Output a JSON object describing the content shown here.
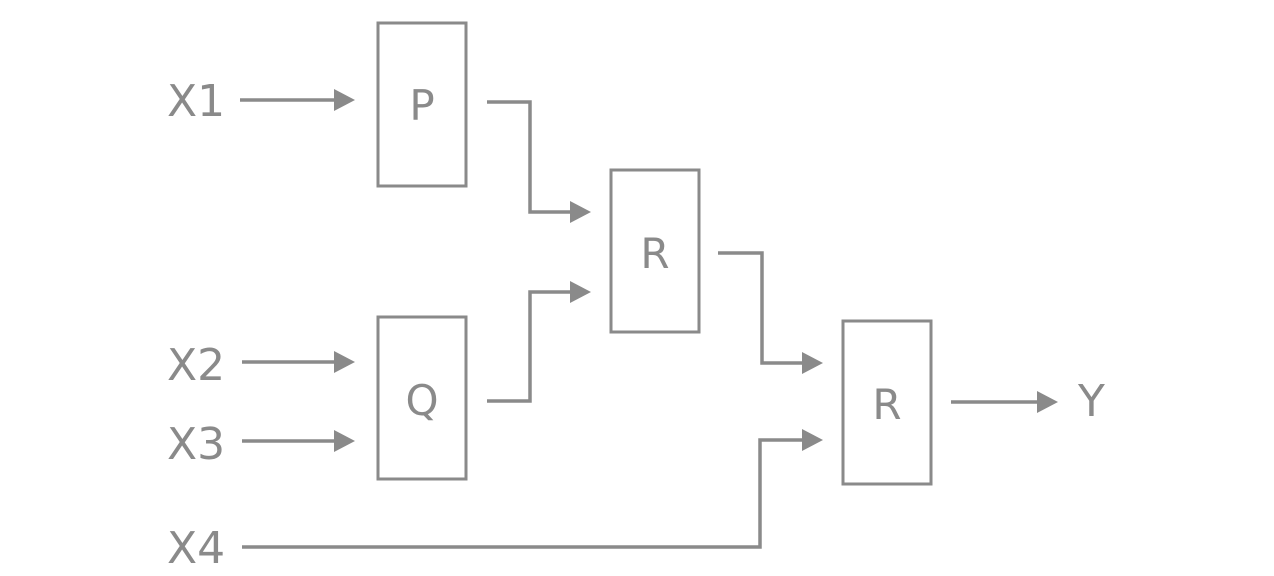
{
  "diagram": {
    "inputs": {
      "x1": "X1",
      "x2": "X2",
      "x3": "X3",
      "x4": "X4"
    },
    "output": "Y",
    "blocks": {
      "p": "P",
      "q": "Q",
      "r1": "R",
      "r2": "R"
    },
    "colors": {
      "stroke": "#8a8a8a",
      "background": "#ffffff"
    }
  }
}
